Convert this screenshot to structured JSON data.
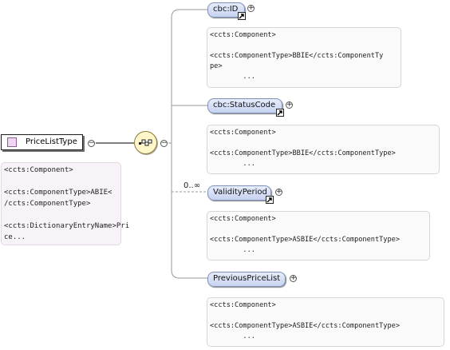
{
  "root": {
    "name": "PriceListType",
    "doc": "<ccts:Component>\n\n<ccts:ComponentType>ABIE<\n/ccts:ComponentType>\n\n<ccts:DictionaryEntryName>Pri\nce..."
  },
  "elements": [
    {
      "name": "cbc:ID",
      "doc": "<ccts:Component>\n\n<ccts:ComponentType>BBIE</ccts:ComponentTy\npe>\n        ..."
    },
    {
      "name": "cbc:StatusCode",
      "doc": "<ccts:Component>\n\n<ccts:ComponentType>BBIE</ccts:ComponentType>\n        ..."
    },
    {
      "name": "ValidityPeriod",
      "cardinality": "0..∞",
      "doc": "<ccts:Component>\n\n<ccts:ComponentType>ASBIE</ccts:ComponentType>\n        ..."
    },
    {
      "name": "PreviousPriceList",
      "doc": "<ccts:Component>\n\n<ccts:ComponentType>ASBIE</ccts:ComponentType>\n        ..."
    }
  ],
  "icons": {
    "expand": "plus-circle-icon",
    "collapse": "minus-circle-icon",
    "reference": "arrow-link-icon",
    "sequence": "sequence-compositor-icon"
  }
}
